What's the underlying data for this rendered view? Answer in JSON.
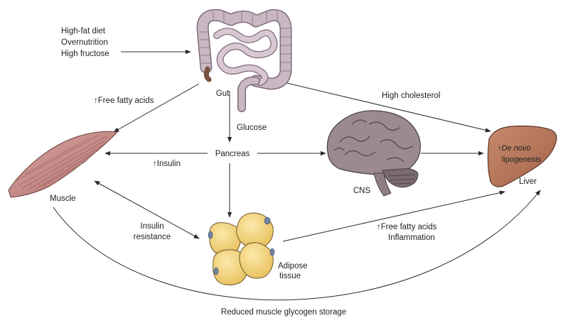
{
  "inputs": {
    "line1": "High-fat diet",
    "line2": "Overnutrition",
    "line3": "High fructose"
  },
  "nodes": {
    "gut": "Gut",
    "pancreas": "Pancreas",
    "muscle": "Muscle",
    "cns": "CNS",
    "liver": "Liver",
    "adipose_line1": "Adipose",
    "adipose_line2": "tissue"
  },
  "edges": {
    "gut_muscle": "↑Free fatty acids",
    "gut_pancreas": "Glucose",
    "gut_liver": "High cholesterol",
    "pancreas_muscle": "↑Insulin",
    "insulin_resistance_line1": "Insulin",
    "insulin_resistance_line2": "resistance",
    "adipose_liver_line1": "↑Free fatty acids",
    "adipose_liver_line2": "Inflammation",
    "muscle_liver": "Reduced muscle glycogen storage"
  },
  "liver_content": {
    "arrow": "↑",
    "line1_italic": "De novo",
    "line2": "lipogenesis"
  },
  "colors": {
    "gut": "#c9b8c4",
    "gut_shade": "#a58fa0",
    "muscle": "#c58d8a",
    "brain": "#8f7e86",
    "liver": "#b9795d",
    "adipose": "#f2d583",
    "adipose_nucleus": "#6f85a3"
  }
}
